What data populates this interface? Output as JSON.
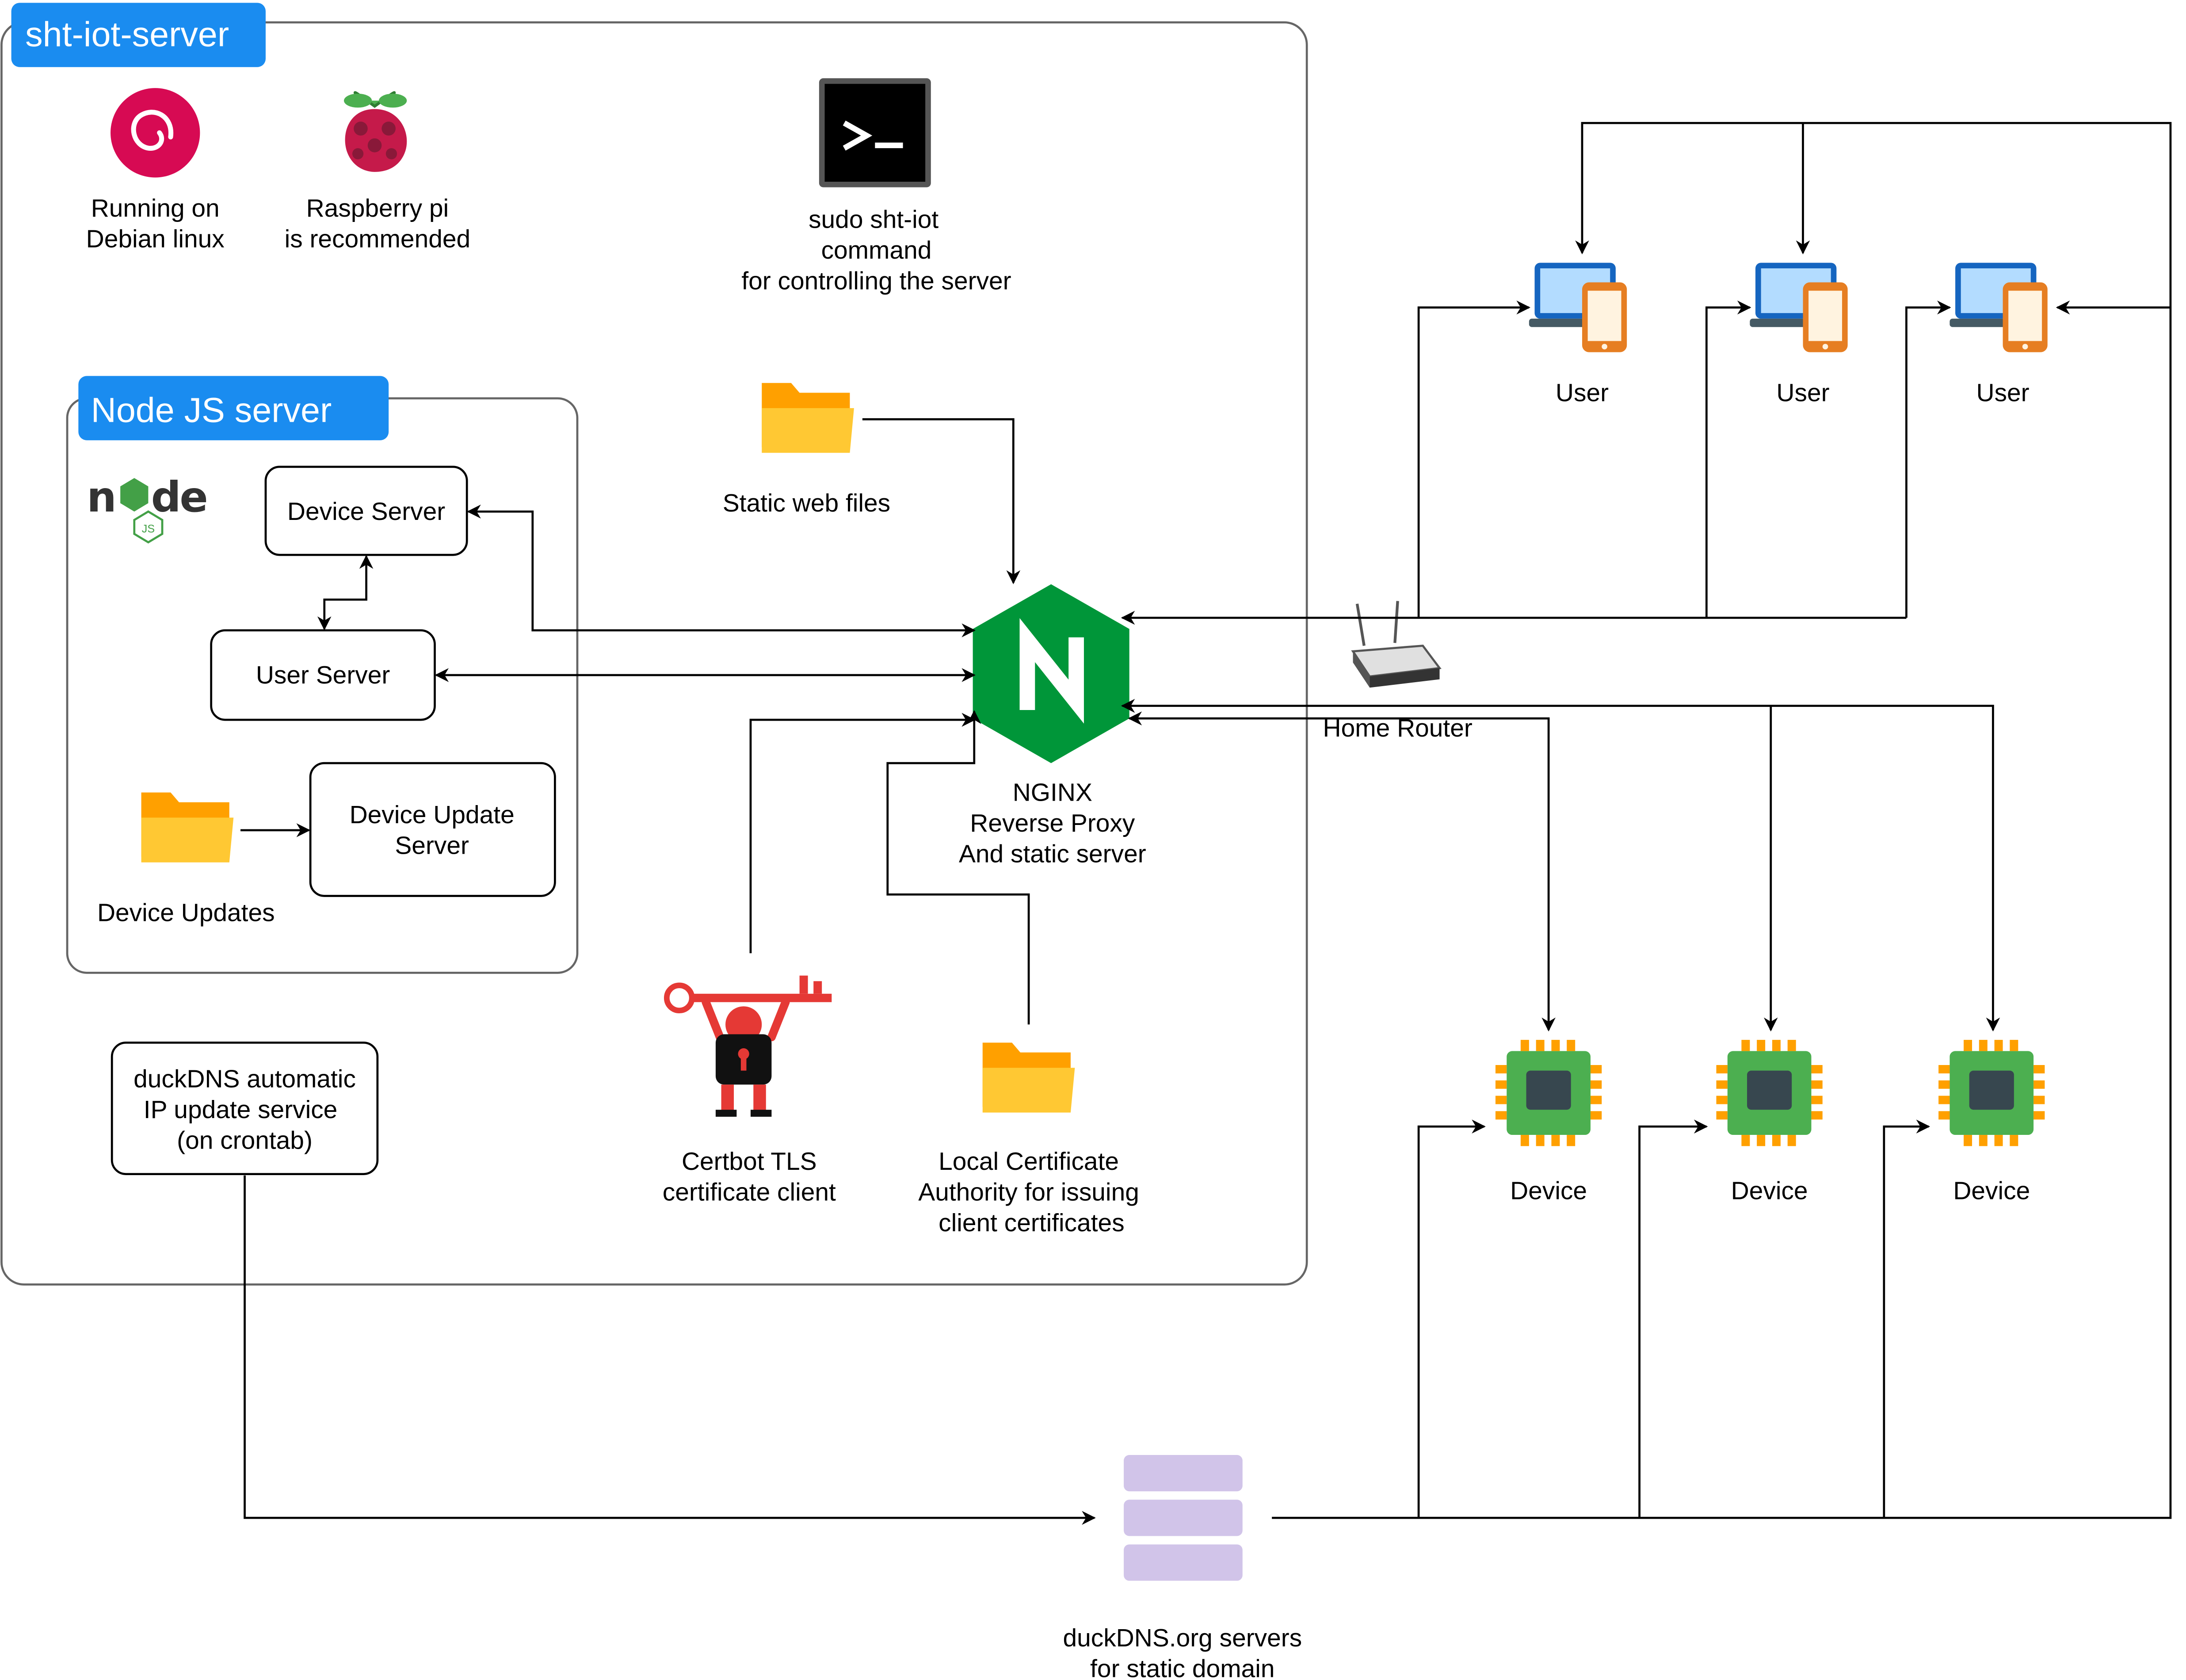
{
  "server": {
    "title": "sht-iot-server"
  },
  "debian": {
    "line1": "Running on",
    "line2": "Debian linux"
  },
  "raspberry": {
    "line1": "Raspberry pi",
    "line2": "is recommended"
  },
  "cli": {
    "line1": "sudo sht-iot",
    "line2": "command",
    "line3": "for controlling the server"
  },
  "static_files": {
    "label": "Static web files"
  },
  "node": {
    "title": "Node JS server",
    "device_server": "Device Server",
    "user_server": "User Server",
    "update_server": {
      "line1": "Device Update",
      "line2": "Server"
    },
    "updates_label": "Device Updates"
  },
  "nginx": {
    "line1": "NGINX",
    "line2": "Reverse Proxy",
    "line3": "And static server"
  },
  "certbot": {
    "line1": "Certbot TLS",
    "line2": "certificate client"
  },
  "local_ca": {
    "line1": "Local Certificate",
    "line2": "Authority for issuing",
    "line3": "client certificates"
  },
  "duckdns_service": {
    "line1": "duckDNS automatic",
    "line2": "IP update service",
    "line3": "(on crontab)"
  },
  "duckdns_servers": {
    "line1": "duckDNS.org servers",
    "line2": "for static domain"
  },
  "router": {
    "label": "Home Router"
  },
  "users": [
    "User",
    "User",
    "User"
  ],
  "devices": [
    "Device",
    "Device",
    "Device"
  ],
  "colors": {
    "badge": "#1a8cf0",
    "nginx": "#009639",
    "debian": "#d70a53",
    "raspberry": "#c51a4a",
    "folder": "#ffc833",
    "folder_back": "#ffa000",
    "chip": "#4caf50",
    "chip_pin": "#ffa000",
    "chip_core": "#37474f",
    "db": "#d1c4e9",
    "laptop": "#1565c0",
    "phone": "#e67e22",
    "certbot": "#e53935"
  },
  "icons": [
    "debian-icon",
    "raspberry-pi-icon",
    "terminal-icon",
    "folder-icon",
    "nodejs-logo",
    "nginx-logo",
    "certbot-icon",
    "router-icon",
    "laptop-phone-icon",
    "chip-icon",
    "database-icon"
  ]
}
